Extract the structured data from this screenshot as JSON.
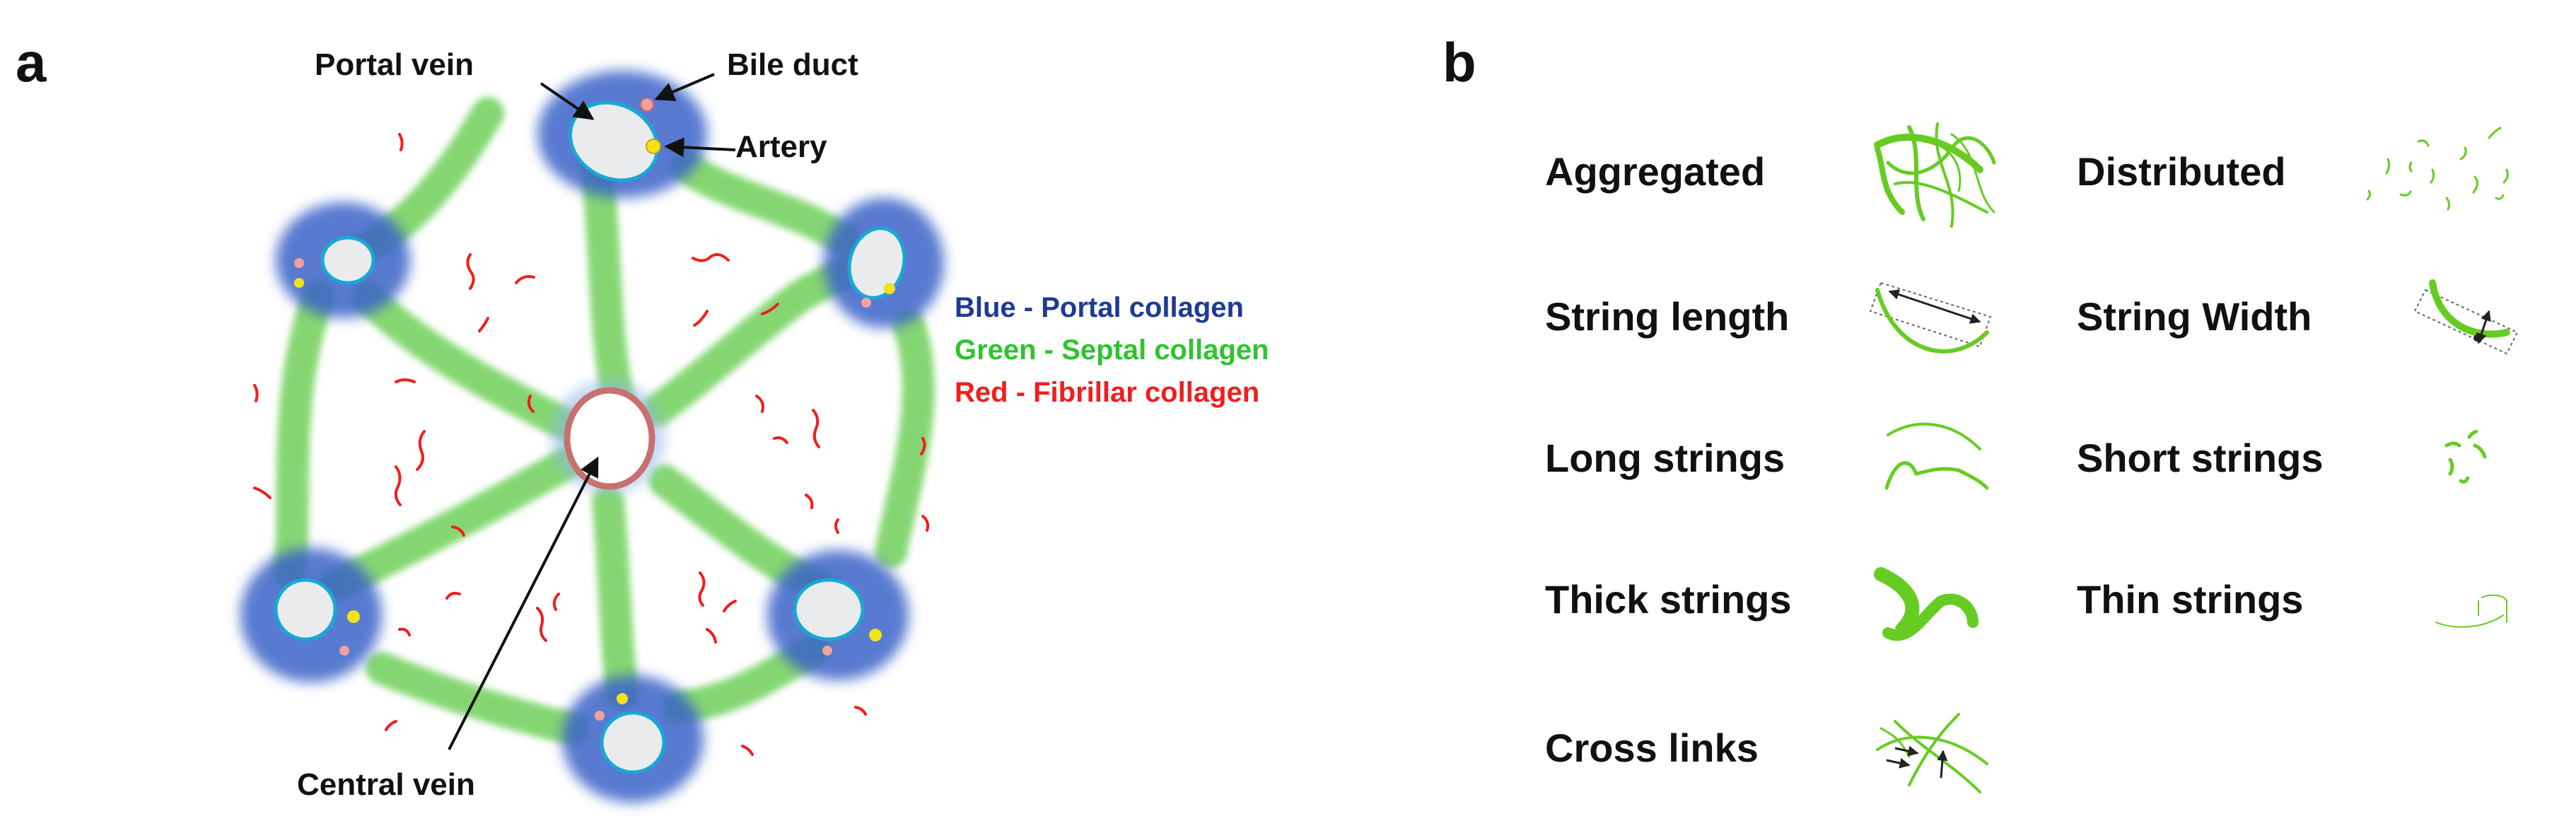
{
  "panel_a": {
    "panel_letter": "a",
    "labels": {
      "portal_vein": "Portal vein",
      "bile_duct": "Bile duct",
      "artery": "Artery",
      "central_vein": "Central  vein"
    },
    "legend": [
      {
        "color_word": "Blue",
        "separator": " - ",
        "text": "Portal collagen",
        "color": "#1f3a93"
      },
      {
        "color_word": "Green",
        "separator": " - ",
        "text": "Septal collagen",
        "color": "#2ec42e"
      },
      {
        "color_word": "Red",
        "separator": " - ",
        "text": "Fibrillar collagen",
        "color": "#f01e1e"
      }
    ],
    "colors": {
      "portal_blue": "#3a64c8",
      "portal_dark": "#1f3a93",
      "vessel_rim": "#19a8d6",
      "vessel_fill": "#e9ebec",
      "septal_green": "#6fd05a",
      "fibrillar_red": "#f01e1e",
      "central_rim": "#c87070",
      "bile_duct_pink": "#f0a0a0",
      "artery_yellow": "#f2e21a"
    }
  },
  "panel_b": {
    "panel_letter": "b",
    "features": [
      {
        "label": "Aggregated",
        "icon": "aggregated-icon"
      },
      {
        "label": "Distributed",
        "icon": "distributed-icon"
      },
      {
        "label": "String length",
        "icon": "string-length-icon"
      },
      {
        "label": "String Width",
        "icon": "string-width-icon"
      },
      {
        "label": "Long strings",
        "icon": "long-strings-icon"
      },
      {
        "label": "Short strings",
        "icon": "short-strings-icon"
      },
      {
        "label": "Thick strings",
        "icon": "thick-strings-icon"
      },
      {
        "label": "Thin strings",
        "icon": "thin-strings-icon"
      },
      {
        "label": "Cross links",
        "icon": "cross-links-icon"
      }
    ],
    "colors": {
      "string_green": "#66cc22",
      "arrow": "#222222"
    }
  }
}
